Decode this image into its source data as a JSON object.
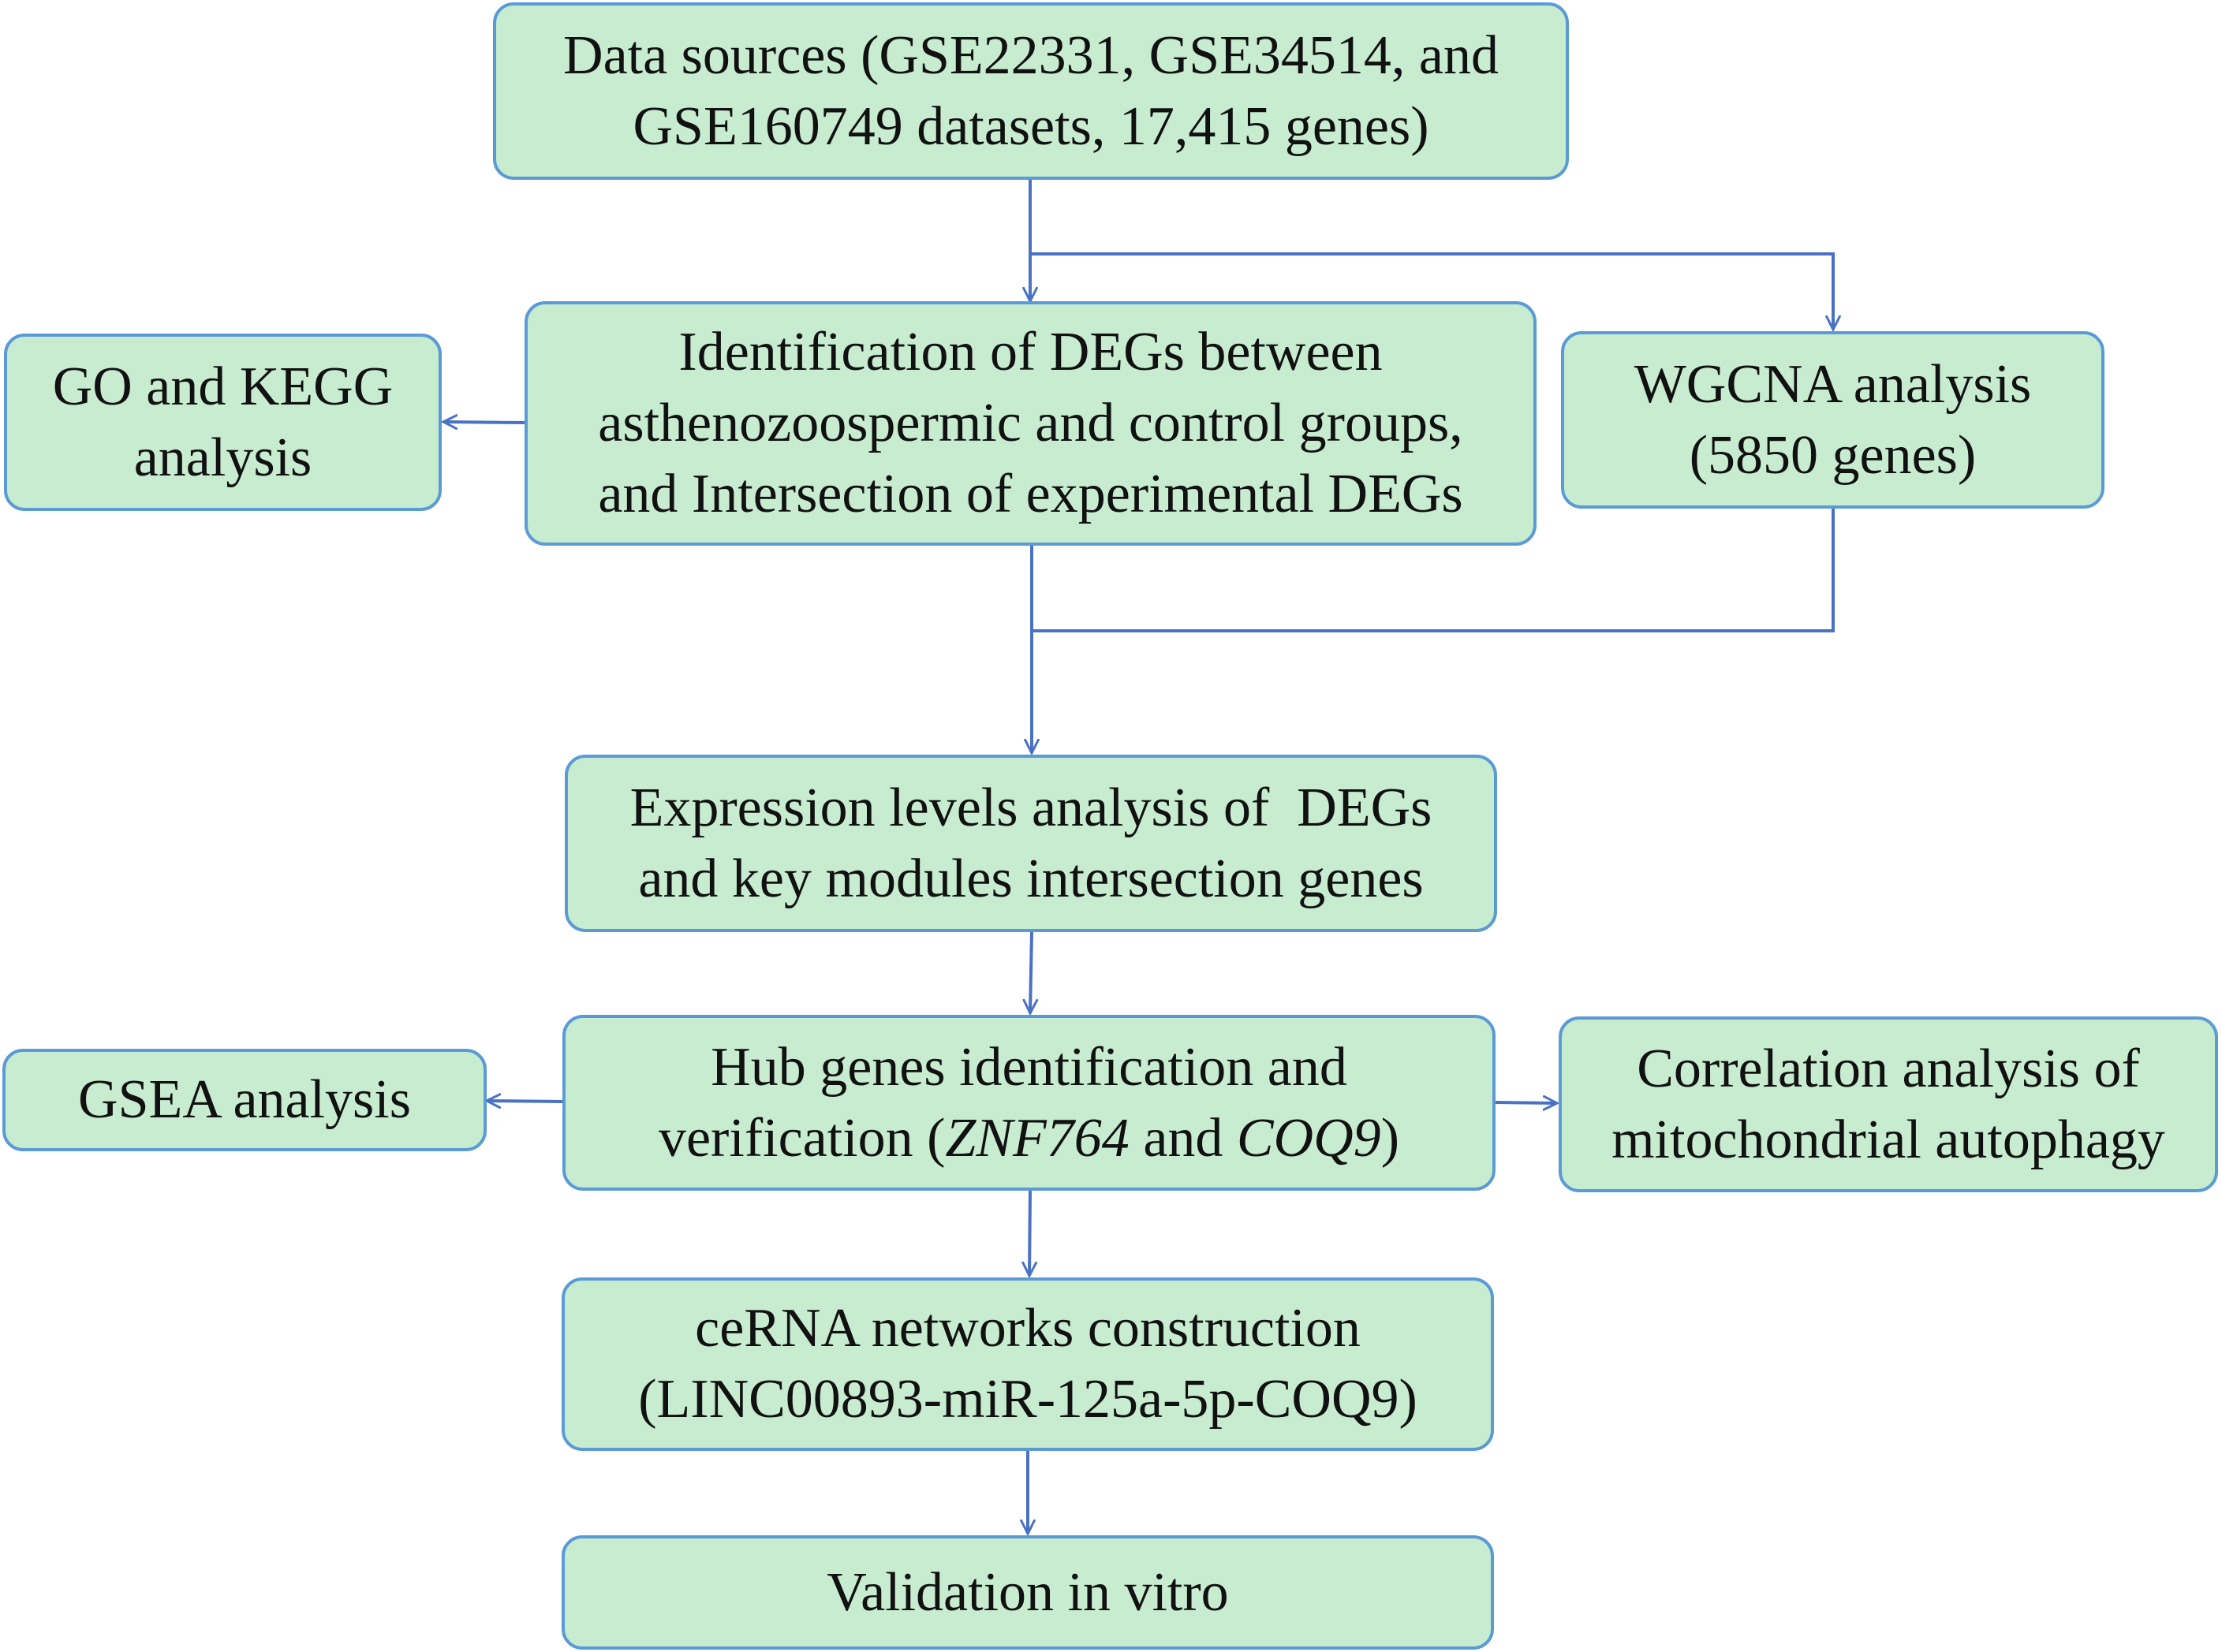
{
  "colors": {
    "box_fill": "#c8ecd0",
    "box_border": "#5b9bd5",
    "arrow": "#4a72c4",
    "text": "#111111"
  },
  "nodes": {
    "data_sources": {
      "line1": "Data sources (GSE22331, GSE34514, and",
      "line2": "GSE160749 datasets, 17,415 genes)"
    },
    "go_kegg": {
      "line1": "GO and KEGG",
      "line2": "analysis"
    },
    "degs": {
      "line1": "Identification of DEGs between",
      "line2": "asthenozoospermic and control groups,",
      "line3": "and Intersection of experimental DEGs"
    },
    "wgcna": {
      "line1": "WGCNA analysis",
      "line2": "(5850 genes)"
    },
    "expression": {
      "line1": "Expression levels analysis of  DEGs",
      "line2": "and key modules intersection genes"
    },
    "gsea": {
      "line1": "GSEA analysis"
    },
    "hub": {
      "line1": "Hub genes identification and",
      "line2_prefix": "verification (",
      "gene1": "ZNF764",
      "line2_mid": " and ",
      "gene2": "COQ9",
      "line2_suffix": ")"
    },
    "correlation": {
      "line1": "Correlation analysis of",
      "line2": "mitochondrial autophagy"
    },
    "cerna": {
      "line1": "ceRNA networks construction",
      "line2": "(LINC00893-miR-125a-5p-COQ9)"
    },
    "validation": {
      "line1": "Validation in vitro"
    }
  }
}
